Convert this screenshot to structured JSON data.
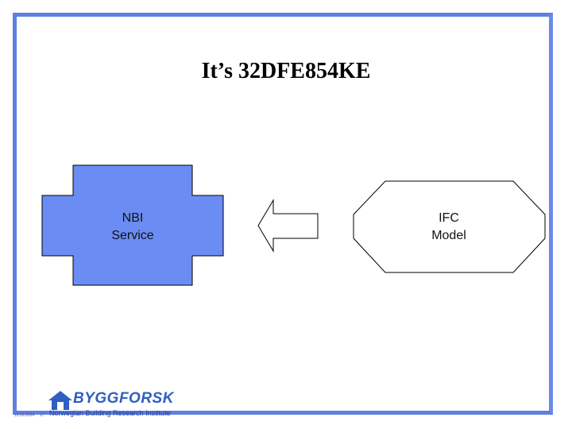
{
  "slide": {
    "title": "It’s 32DFE854KE",
    "frame_color": "#5f7fe3"
  },
  "diagram": {
    "left_shape": {
      "lines": [
        "NBI",
        "Service"
      ],
      "fill": "#6b8cf2"
    },
    "arrow": {
      "direction": "left"
    },
    "right_shape": {
      "lines": [
        "IFC",
        "Model"
      ],
      "fill": "#ffffff"
    }
  },
  "footer": {
    "date": "15.03.2004",
    "page": "17",
    "logo_name": "BYGGFORSK",
    "logo_subtitle": "Norwegian Building Research Institute",
    "logo_icon": "house-icon"
  }
}
